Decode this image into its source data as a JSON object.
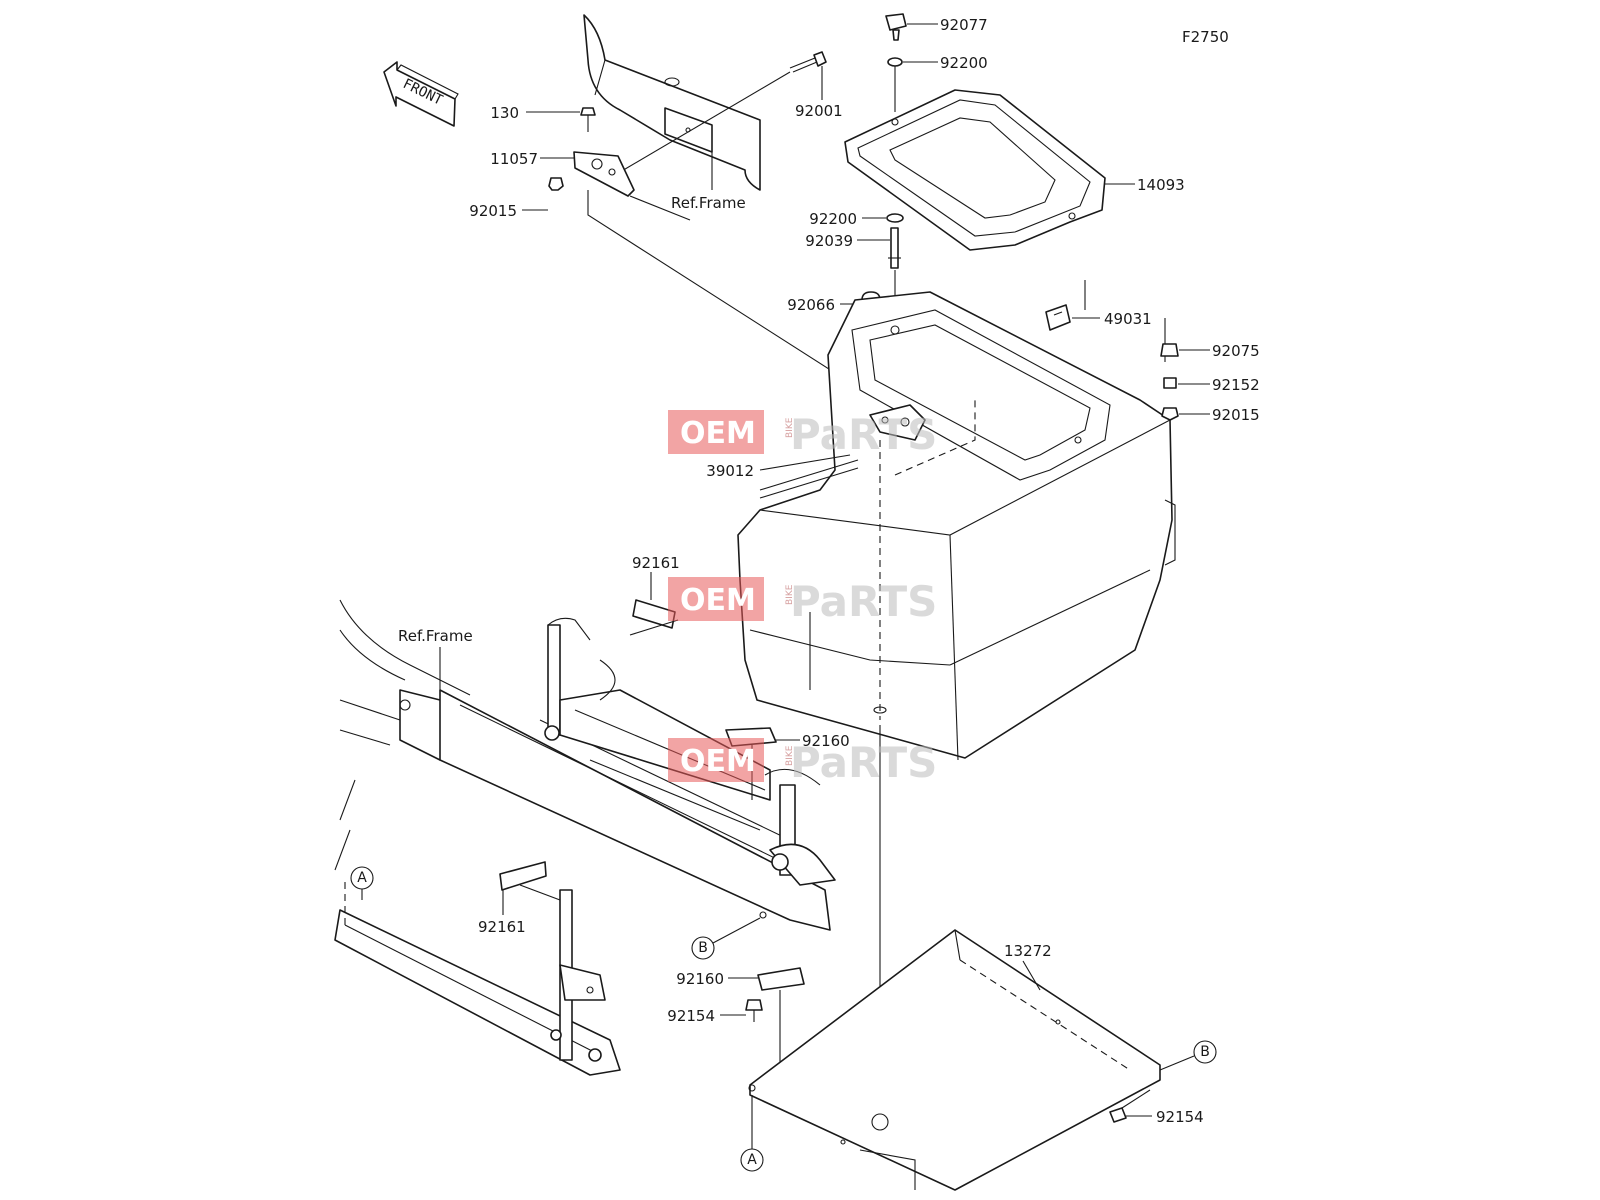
{
  "diagram_code": "F2750",
  "front_label": "FRONT",
  "ref_frame_label": "Ref.Frame",
  "callouts": [
    "A",
    "B"
  ],
  "watermark": {
    "oem": "OEM",
    "bike": "BIKE",
    "parts": "PaRTS"
  },
  "parts": {
    "p92077": "92077",
    "p92200": "92200",
    "p92001": "92001",
    "p130": "130",
    "p11057": "11057",
    "p92015": "92015",
    "p14093": "14093",
    "p92039": "92039",
    "p92066": "92066",
    "p49031": "49031",
    "p92075": "92075",
    "p92152": "92152",
    "p39012": "39012",
    "p92161": "92161",
    "p92160": "92160",
    "p13272": "13272",
    "p92154": "92154"
  },
  "colors": {
    "line": "#1a1a1a",
    "watermark_red": "#e85a5a",
    "watermark_gray": "#bdbdbd"
  }
}
